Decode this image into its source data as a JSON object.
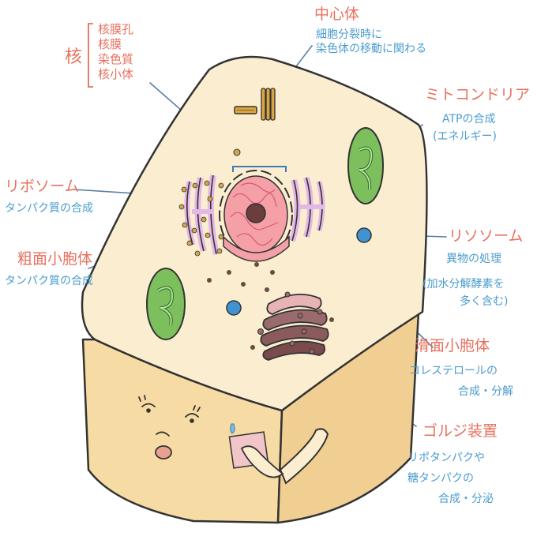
{
  "labels": {
    "nucleus": {
      "title": "核",
      "items": [
        "核膜孔",
        "核膜",
        "染色質",
        "核小体"
      ]
    },
    "centrosome": {
      "title": "中心体",
      "desc": [
        "細胞分裂時に",
        "染色体の移動に関わる"
      ]
    },
    "mitochondria": {
      "title": "ミトコンドリア",
      "desc": [
        "ATPの合成",
        "(エネルギー)"
      ]
    },
    "ribosome": {
      "title": "リボソーム",
      "desc": [
        "タンパク質の合成"
      ]
    },
    "rough_er": {
      "title": "粗面小胞体",
      "desc": [
        "タンパク質の合成"
      ]
    },
    "lysosome": {
      "title": "リソソーム",
      "desc": [
        "異物の処理",
        "(加水分解酵素を",
        "多く含む)"
      ]
    },
    "smooth_er": {
      "title": "滑面小胞体",
      "desc": [
        "コレステロールの",
        "合成・分解"
      ]
    },
    "golgi": {
      "title": "ゴルジ装置",
      "desc": [
        "リポタンパクや",
        "糖タンパクの",
        "合成・分泌"
      ]
    }
  },
  "colors": {
    "title_text": "#e8705e",
    "desc_text": "#4a9ccf",
    "leader_line": "#5a7fa3",
    "cell_top": "#fbeed0",
    "cell_side": "#f7dba5",
    "cell_outline": "#333333",
    "nucleus": "#f4a0a6",
    "nucleolus": "#6b3d3d",
    "er": "#e4b8e6",
    "mitochondria": "#7cbf5c",
    "lysosome": "#3f93d1",
    "golgi": "#9a6a6c",
    "ribosome": "#d4a64c"
  }
}
